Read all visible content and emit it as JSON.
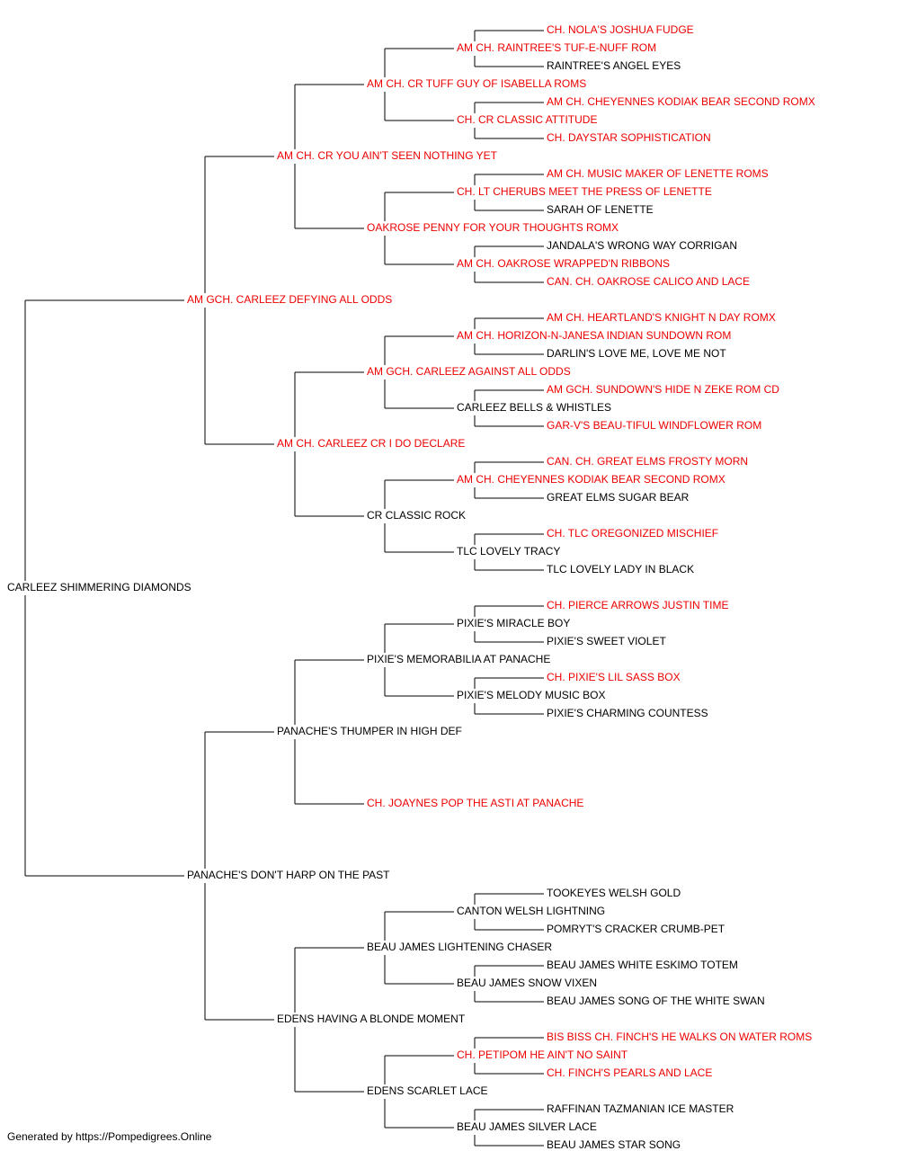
{
  "colors": {
    "champion": "#ee0000",
    "regular": "#000000",
    "line": "#000000"
  },
  "tree": {
    "name": "CARLEEZ SHIMMERING DIAMONDS",
    "champion": false,
    "sire": {
      "name": "AM GCH. CARLEEZ DEFYING ALL ODDS",
      "champion": true,
      "sire": {
        "name": "AM CH. CR YOU AIN'T SEEN NOTHING YET",
        "champion": true,
        "sire": {
          "name": "AM CH. CR TUFF GUY OF ISABELLA ROMS",
          "champion": true,
          "sire": {
            "name": "AM CH. RAINTREE'S TUF-E-NUFF ROM",
            "champion": true,
            "sire": {
              "name": "CH. NOLA'S JOSHUA FUDGE",
              "champion": true
            },
            "dam": {
              "name": "RAINTREE'S ANGEL EYES",
              "champion": false
            }
          },
          "dam": {
            "name": "CH. CR CLASSIC ATTITUDE",
            "champion": true,
            "sire": {
              "name": "AM CH. CHEYENNES KODIAK BEAR SECOND ROMX",
              "champion": true
            },
            "dam": {
              "name": "CH. DAYSTAR SOPHISTICATION",
              "champion": true
            }
          }
        },
        "dam": {
          "name": "OAKROSE PENNY FOR YOUR THOUGHTS ROMX",
          "champion": true,
          "sire": {
            "name": "CH. LT CHERUBS MEET THE PRESS OF LENETTE",
            "champion": true,
            "sire": {
              "name": "AM CH. MUSIC MAKER OF LENETTE ROMS",
              "champion": true
            },
            "dam": {
              "name": "SARAH OF LENETTE",
              "champion": false
            }
          },
          "dam": {
            "name": "AM CH. OAKROSE WRAPPED'N RIBBONS",
            "champion": true,
            "sire": {
              "name": "JANDALA'S WRONG WAY CORRIGAN",
              "champion": false
            },
            "dam": {
              "name": "CAN. CH. OAKROSE CALICO AND LACE",
              "champion": true
            }
          }
        }
      },
      "dam": {
        "name": "AM CH. CARLEEZ CR I DO DECLARE",
        "champion": true,
        "sire": {
          "name": "AM GCH. CARLEEZ AGAINST ALL ODDS",
          "champion": true,
          "sire": {
            "name": "AM CH. HORIZON-N-JANESA INDIAN SUNDOWN ROM",
            "champion": true,
            "sire": {
              "name": "AM CH. HEARTLAND'S KNIGHT N DAY ROMX",
              "champion": true
            },
            "dam": {
              "name": "DARLIN'S LOVE ME, LOVE ME NOT",
              "champion": false
            }
          },
          "dam": {
            "name": "CARLEEZ BELLS & WHISTLES",
            "champion": false,
            "sire": {
              "name": "AM GCH. SUNDOWN'S HIDE N ZEKE ROM CD",
              "champion": true
            },
            "dam": {
              "name": "GAR-V'S BEAU-TIFUL WINDFLOWER ROM",
              "champion": true
            }
          }
        },
        "dam": {
          "name": "CR CLASSIC ROCK",
          "champion": false,
          "sire": {
            "name": "AM CH. CHEYENNES KODIAK BEAR SECOND ROMX",
            "champion": true,
            "sire": {
              "name": "CAN. CH. GREAT ELMS FROSTY MORN",
              "champion": true
            },
            "dam": {
              "name": "GREAT ELMS SUGAR BEAR",
              "champion": false
            }
          },
          "dam": {
            "name": "TLC LOVELY TRACY",
            "champion": false,
            "sire": {
              "name": "CH. TLC OREGONIZED MISCHIEF",
              "champion": true
            },
            "dam": {
              "name": "TLC LOVELY LADY IN BLACK",
              "champion": false
            }
          }
        }
      }
    },
    "dam": {
      "name": "PANACHE'S DON'T HARP ON THE PAST",
      "champion": false,
      "sire": {
        "name": "PANACHE'S THUMPER IN HIGH DEF",
        "champion": false,
        "sire": {
          "name": "PIXIE'S MEMORABILIA AT PANACHE",
          "champion": false,
          "sire": {
            "name": "PIXIE'S MIRACLE BOY",
            "champion": false,
            "sire": {
              "name": "CH. PIERCE ARROWS JUSTIN TIME",
              "champion": true
            },
            "dam": {
              "name": "PIXIE'S SWEET VIOLET",
              "champion": false
            }
          },
          "dam": {
            "name": "PIXIE'S MELODY MUSIC BOX",
            "champion": false,
            "sire": {
              "name": "CH. PIXIE'S LIL SASS BOX",
              "champion": true
            },
            "dam": {
              "name": "PIXIE'S CHARMING COUNTESS",
              "champion": false
            }
          }
        },
        "dam": {
          "name": "CH. JOAYNES POP THE ASTI AT PANACHE",
          "champion": true
        }
      },
      "dam": {
        "name": "EDENS HAVING A BLONDE MOMENT",
        "champion": false,
        "sire": {
          "name": "BEAU JAMES LIGHTENING CHASER",
          "champion": false,
          "sire": {
            "name": "CANTON WELSH LIGHTNING",
            "champion": false,
            "sire": {
              "name": "TOOKEYES WELSH GOLD",
              "champion": false
            },
            "dam": {
              "name": "POMRYT'S CRACKER CRUMB-PET",
              "champion": false
            }
          },
          "dam": {
            "name": "BEAU JAMES SNOW VIXEN",
            "champion": false,
            "sire": {
              "name": "BEAU JAMES WHITE ESKIMO TOTEM",
              "champion": false
            },
            "dam": {
              "name": "BEAU JAMES SONG OF THE WHITE SWAN",
              "champion": false
            }
          }
        },
        "dam": {
          "name": "EDENS SCARLET LACE",
          "champion": false,
          "sire": {
            "name": "CH. PETIPOM HE AIN'T NO SAINT",
            "champion": true,
            "sire": {
              "name": "BIS BISS CH. FINCH'S HE WALKS ON WATER ROMS",
              "champion": true
            },
            "dam": {
              "name": "CH. FINCH'S PEARLS AND LACE",
              "champion": true
            }
          },
          "dam": {
            "name": "BEAU JAMES SILVER LACE",
            "champion": false,
            "sire": {
              "name": "RAFFINAN TAZMANIAN ICE MASTER",
              "champion": false
            },
            "dam": {
              "name": "BEAU JAMES STAR SONG",
              "champion": false
            }
          }
        }
      }
    }
  },
  "footer": "Generated by https://Pompedigrees.Online"
}
